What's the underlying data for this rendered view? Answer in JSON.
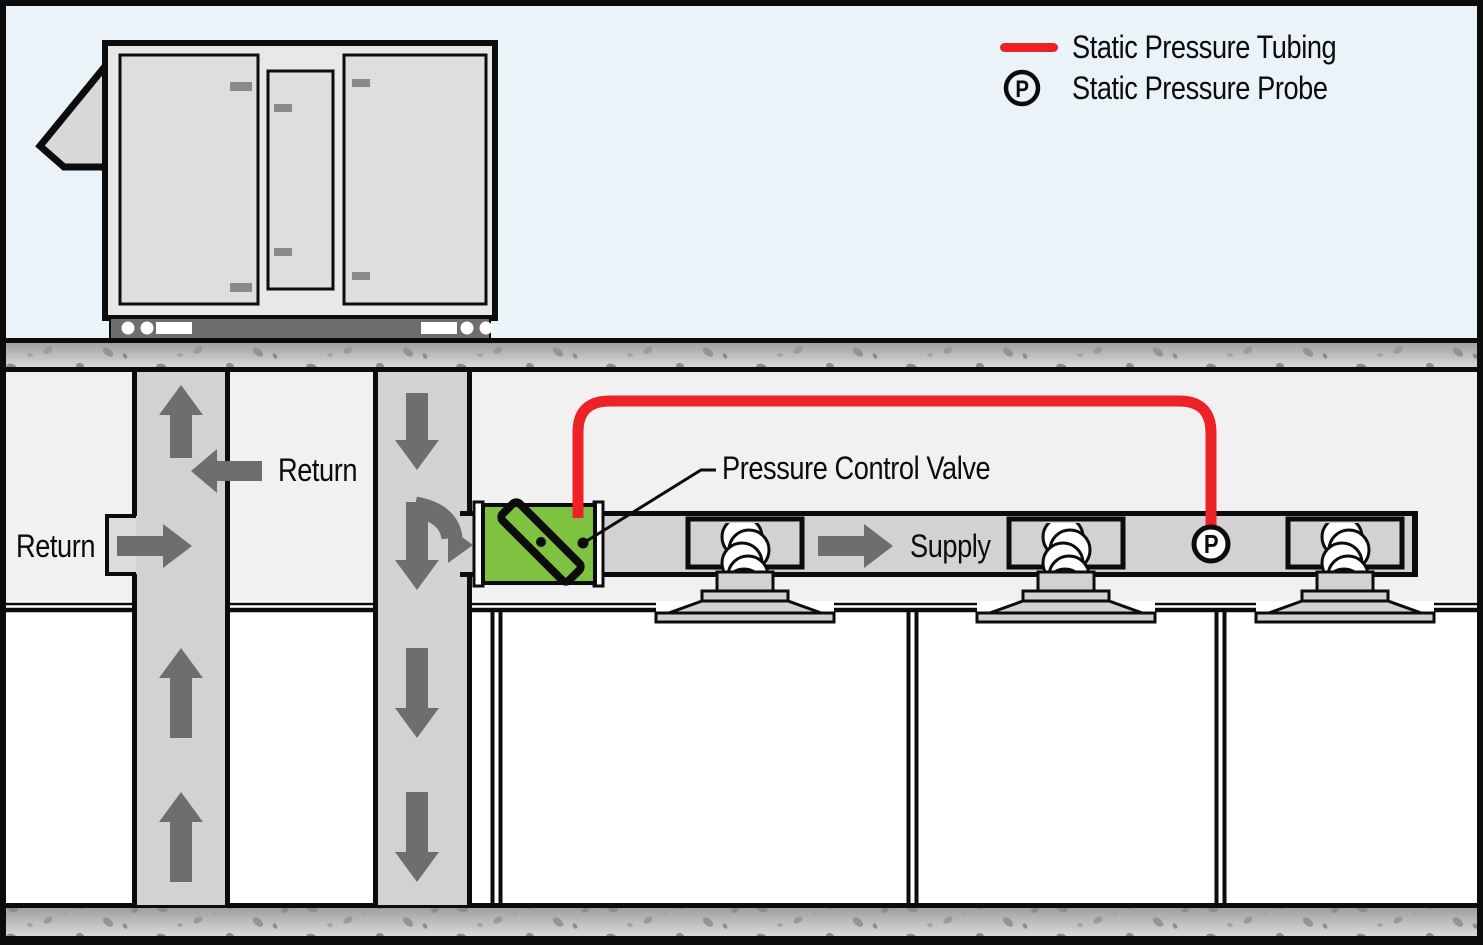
{
  "legend": {
    "items": [
      {
        "symbol": "red-tubing-line",
        "label": "Static Pressure Tubing"
      },
      {
        "symbol": "probe-circle-P",
        "label": "Static Pressure Probe"
      }
    ],
    "probe_symbol": "P"
  },
  "annotations": {
    "pressure_control_valve": "Pressure Control Valve",
    "supply": "Supply",
    "return_upper": "Return",
    "return_side": "Return"
  },
  "probe": {
    "symbol": "P"
  },
  "colors": {
    "tubing_red": "#ec2227",
    "valve_green": "#7fc241",
    "duct_gray": "#d2d2d2",
    "arrow_gray": "#6e6e6e",
    "sky_blue": "#e9f3f8",
    "plenum_gray": "#f1f1f1"
  }
}
